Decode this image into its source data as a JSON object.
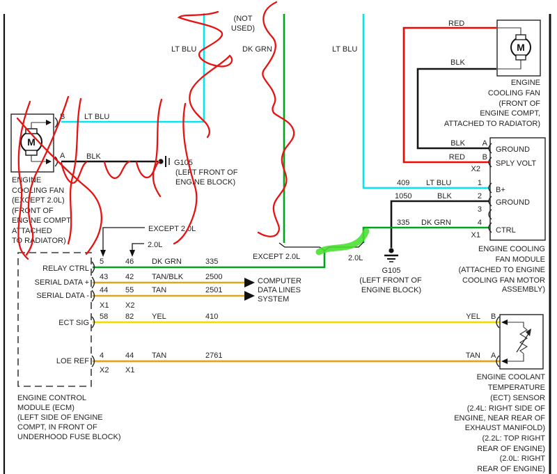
{
  "colors": {
    "wire_red": "#F50500",
    "wire_cyan": "#00E6F2",
    "wire_green": "#00A41B",
    "wire_yellow": "#EFDC00",
    "wire_tan": "#DFA51E",
    "annotation_red": "#E81212",
    "highlight_green": "#46E02C"
  },
  "top": {
    "not_used_1": "(NOT",
    "not_used_2": "USED)",
    "lt_blu_left": "LT BLU",
    "dk_grn": "DK GRN",
    "lt_blu_right": "LT BLU"
  },
  "left_fan": {
    "motor": "M",
    "pin_b": "B",
    "pin_a": "A",
    "wire_b": "LT BLU",
    "wire_a": "BLK",
    "caption": [
      "ENGINE",
      "COOLING FAN",
      "(EXCEPT 2.0L)",
      "(FRONT OF",
      "ENGINE COMPT,",
      "ATTACHED",
      "TO RADIATOR)"
    ]
  },
  "ground_left": {
    "name": "G105",
    "loc1": "(LEFT FRONT OF",
    "loc2": "ENGINE BLOCK)"
  },
  "right_fan": {
    "motor": "M",
    "wire_red": "RED",
    "wire_blk": "BLK",
    "caption": [
      "ENGINE",
      "COOLING FAN",
      "(FRONT OF",
      "ENGINE COMPT,",
      "ATTACHED TO RADIATOR)"
    ]
  },
  "module": {
    "row_a": {
      "wire": "BLK",
      "pin": "A",
      "name": "GROUND"
    },
    "row_b": {
      "wire": "RED",
      "pin": "B",
      "name": "SPLY VOLT"
    },
    "conn_x2": "X2",
    "row_1": {
      "ckt": "409",
      "wire": "LT BLU",
      "pin": "1",
      "name": "B+"
    },
    "row_2": {
      "ckt": "1050",
      "wire": "BLK",
      "pin": "2",
      "name": "GROUND"
    },
    "row_3": {
      "pin": "3"
    },
    "row_4": {
      "ckt": "335",
      "wire": "DK GRN",
      "pin": "4",
      "name": "CTRL"
    },
    "conn_x1": "X1",
    "caption": [
      "ENGINE COOLING",
      "FAN MODULE",
      "(ATTACHED TO ENGINE",
      "COOLING FAN MOTOR",
      "ASSEMBLY)"
    ]
  },
  "ground_right": {
    "name": "G105",
    "loc1": "(LEFT FRONT OF",
    "loc2": "ENGINE BLOCK)"
  },
  "branch": {
    "upper_except": "EXCEPT 2.0L",
    "upper_20": "2.0L",
    "lower_except": "EXCEPT 2.0L",
    "lower_20": "2.0L"
  },
  "ecm": {
    "relay_ctrl": {
      "label": "RELAY CTRL",
      "p1": "5",
      "p2": "46",
      "wire": "DK GRN",
      "ckt": "335"
    },
    "serial_plus": {
      "label": "SERIAL DATA +",
      "p1": "43",
      "p2": "42",
      "wire": "TAN/BLK",
      "ckt": "2500"
    },
    "serial_minus": {
      "label": "SERIAL DATA -",
      "p1": "44",
      "p2": "55",
      "wire": "TAN",
      "ckt": "2501"
    },
    "conn_row1": {
      "a": "X1",
      "b": "X2"
    },
    "ect_sig": {
      "label": "ECT SIG",
      "p1": "58",
      "p2": "82",
      "wire": "YEL",
      "ckt": "410"
    },
    "loe_ref": {
      "label": "LOE REF",
      "p1": "4",
      "p2": "44",
      "wire": "TAN",
      "ckt": "2761"
    },
    "conn_row2": {
      "a": "X2",
      "b": "X1"
    },
    "caption": [
      "ENGINE CONTROL",
      "MODULE (ECM)",
      "(LEFT SIDE OF ENGINE",
      "COMPT, IN FRONT OF",
      "UNDERHOOD FUSE BLOCK)"
    ]
  },
  "computer": {
    "l1": "COMPUTER",
    "l2": "DATA LINES",
    "l3": "SYSTEM"
  },
  "sensor": {
    "wire_b": "YEL",
    "pin_b": "B",
    "wire_a": "TAN",
    "pin_a": "A",
    "caption": [
      "ENGINE COOLANT",
      "TEMPERATURE",
      "(ECT) SENSOR",
      "(2.4L: RIGHT SIDE OF",
      "ENGINE, NEAR REAR OF",
      "EXHAUST MANIFOLD)",
      "(2.2L: TOP RIGHT",
      "REAR OF ENGINE)",
      "(2.0L: RIGHT",
      "REAR OF ENGINE)"
    ]
  }
}
